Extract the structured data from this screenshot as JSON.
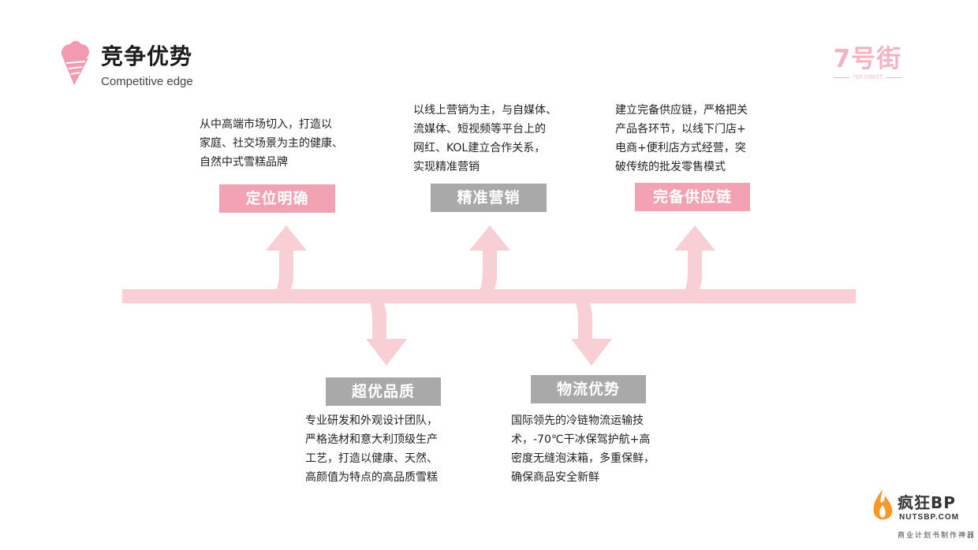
{
  "header": {
    "title": "竞争优势",
    "subtitle": "Competitive edge",
    "icon": "ice-cream-icon"
  },
  "brand": {
    "name": "7号街",
    "tagline": "7TH STREET",
    "color": "#f4b3c0"
  },
  "colors": {
    "pink": "#f2a2b2",
    "grey": "#a9a9a9",
    "timeline": "#f9cfd6"
  },
  "nodes": [
    {
      "label": "定位明确",
      "description": "从中高端市场切入，打造以\n家庭、社交场景为主的健康、\n自然中式雪糕品牌",
      "direction": "up",
      "style": "pink"
    },
    {
      "label": "超优品质",
      "description": "专业研发和外观设计团队，\n严格选材和意大利顶级生产\n工艺，打造以健康、天然、\n高颜值为特点的高品质雪糕",
      "direction": "down",
      "style": "grey"
    },
    {
      "label": "精准营销",
      "description": "以线上营销为主，与自媒体、\n流媒体、短视频等平台上的\n网红、KOL建立合作关系，\n实现精准营销",
      "direction": "up",
      "style": "grey"
    },
    {
      "label": "物流优势",
      "description": "国际领先的冷链物流运输技\n术，-70℃干冰保驾护航+高\n密度无缝泡沫箱，多重保鲜，\n确保商品安全新鲜",
      "direction": "down",
      "style": "grey"
    },
    {
      "label": "完备供应链",
      "description": "建立完备供应链，严格把关\n产品各环节，以线下门店+\n电商+便利店方式经营，突\n破传统的批发零售模式",
      "direction": "up",
      "style": "pink"
    }
  ],
  "watermark": {
    "name": "疯狂BP",
    "domain": "NUTSBP.COM",
    "slogan": "商业计划书制作神器",
    "icon": "flame-icon"
  }
}
